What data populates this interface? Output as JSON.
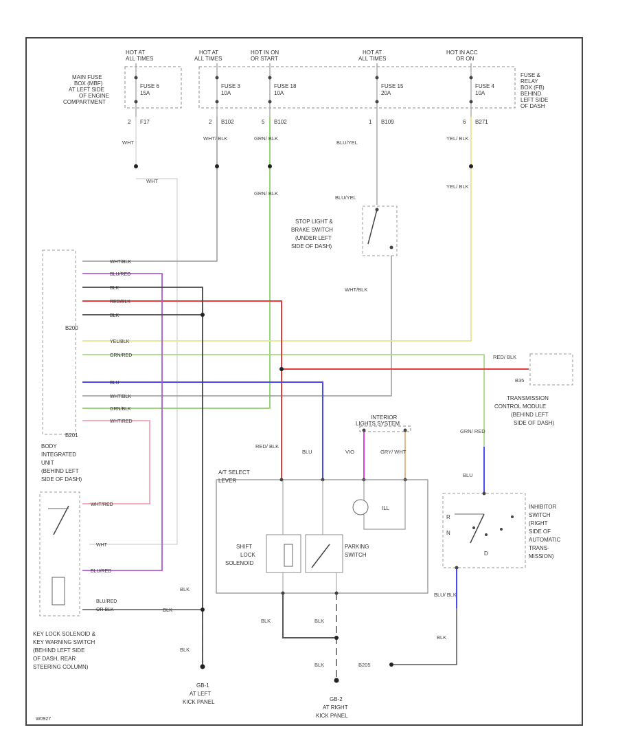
{
  "fuse_block": {
    "top_labels": [
      {
        "line1": "HOT AT",
        "line2": "ALL TIMES"
      },
      {
        "line1": "HOT AT",
        "line2": "ALL TIMES"
      },
      {
        "line1": "HOT IN ON",
        "line2": "OR START"
      },
      {
        "line1": "HOT AT",
        "line2": "ALL TIMES"
      },
      {
        "line1": "HOT IN ACC",
        "line2": "OR ON"
      }
    ],
    "main_fuse_box": [
      "MAIN FUSE",
      "BOX (MBF)",
      "AT LEFT SIDE",
      "OF ENGINE",
      "COMPARTMENT"
    ],
    "relay_box": [
      "FUSE &",
      "RELAY",
      "BOX (FB)",
      "BEHIND",
      "LEFT SIDE",
      "OF DASH"
    ],
    "fuses": [
      {
        "name": "FUSE 6",
        "amp": "15A",
        "pin": "2",
        "conn": "F17",
        "wire": "WHT"
      },
      {
        "name": "FUSE 3",
        "amp": "10A",
        "pin": "2",
        "conn": "B102",
        "wire": "WHT/ BLK"
      },
      {
        "name": "FUSE 18",
        "amp": "10A",
        "pin": "5",
        "conn": "B102",
        "wire": "GRN/ BLK"
      },
      {
        "name": "FUSE 15",
        "amp": "20A",
        "pin": "1",
        "conn": "B109",
        "wire": "BLU/YEL"
      },
      {
        "name": "FUSE 4",
        "amp": "10A",
        "pin": "6",
        "conn": "B271",
        "wire": "YEL/ BLK"
      }
    ]
  },
  "components": {
    "stop_light": [
      "STOP LIGHT &",
      "BRAKE SWITCH",
      "(UNDER LEFT",
      "SIDE OF DASH)"
    ],
    "body_unit": [
      "BODY",
      "INTEGRATED",
      "UNIT",
      "(BEHIND LEFT",
      "SIDE OF DASH)"
    ],
    "tcm": [
      "TRANSMISSION",
      "CONTROL MODULE",
      "(BEHIND LEFT",
      "SIDE OF DASH)"
    ],
    "interior_lights": [
      "INTERIOR",
      "LIGHTS SYSTEM"
    ],
    "inhibitor": [
      "INHIBITOR",
      "SWITCH",
      "(RIGHT",
      "SIDE OF",
      "AUTOMATIC",
      "TRANS-",
      "MISSION)"
    ],
    "key_lock": [
      "KEY LOCK SOLENOID &",
      "KEY WARNING SWITCH",
      "(BEHIND LEFT SIDE",
      "OF DASH, REAR",
      "STEERING COLUMN)"
    ],
    "at_select": [
      "A/T SELECT",
      "LEVER"
    ],
    "shift_lock": [
      "SHIFT",
      "LOCK",
      "SOLENOID"
    ],
    "parking_switch": [
      "PARKING",
      "SWITCH"
    ],
    "illum": "ILL",
    "ground1": [
      "GB-1",
      "AT LEFT",
      "KICK PANEL"
    ],
    "ground2": [
      "GB-2",
      "AT RIGHT",
      "KICK PANEL"
    ],
    "conn_b200": "B200",
    "conn_b201": "B201",
    "conn_b35": "B35",
    "inhibitor_letters": [
      "R",
      "N",
      "D"
    ],
    "footer_code": "W0927"
  },
  "wire_labels": {
    "wht": "WHT",
    "wht_blk": "WHT/ BLK",
    "grn_blk": "GRN/ BLK",
    "blu_yel": "BLU/YEL",
    "yel_blk": "YEL/ BLK",
    "brake_out": "WHT/BLK",
    "red_blk": "RED/ BLK",
    "blu": "BLU",
    "blk": "BLK",
    "grn_red": "GRN/ RED",
    "vio": "VIO",
    "gry_wht": "GRY/ WHT",
    "blu_blk": "BLU/ BLK",
    "b205": "B205",
    "blu_red_blk": "BLU/RED",
    "or_blk": "OR BLK",
    "bcm_wires": [
      "WHT/BLK",
      "BLU/RED",
      "BLK",
      "RED/BLK",
      "BLK",
      "YEL/BLK",
      "GRN/RED",
      "BLU",
      "WHT/BLK",
      "GRN/BLK",
      "WHT/RED"
    ],
    "key_wires": [
      "WHT/RED",
      "WHT",
      "BLU/RED"
    ],
    "wire_colors": {
      "red": "#e83a3a",
      "blue": "#4a4af0",
      "green": "#8fd16a",
      "yellow": "#e6e68a",
      "violet": "#b05ad0",
      "pink": "#f0a0b0",
      "magenta": "#e040e0",
      "gray": "#888888",
      "tan": "#e0b080"
    }
  }
}
